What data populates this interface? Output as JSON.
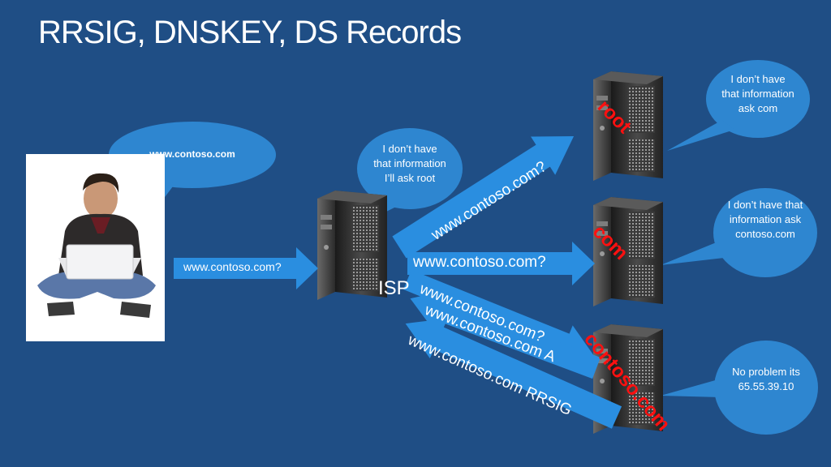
{
  "title": "RRSIG, DNSKEY, DS Records",
  "bubbles": {
    "user": "www.contoso.com",
    "isp": "I don’t have that information I’ll ask root",
    "root": "I don’t have that information ask com",
    "com": "I don’t have that information ask contoso.com",
    "contoso": "No problem its 65.55.39.10"
  },
  "arrows": {
    "user_to_isp": "www.contoso.com?",
    "isp_to_root": "www.contoso.com?",
    "isp_to_com": "www.contoso.com?",
    "isp_to_contoso": "www.contoso.com?",
    "contoso_reply_a": "www.contoso.com A",
    "contoso_reply_rrsig": "www.contoso.com RRSIG"
  },
  "servers": {
    "isp": "ISP",
    "root": "root",
    "com": "com",
    "contoso": "contoso.com"
  },
  "colors": {
    "background": "#1f4e85",
    "bubble": "#2e86d0",
    "arrow": "#2a8ee0",
    "server_label": "#ff1010",
    "text": "#ffffff"
  }
}
